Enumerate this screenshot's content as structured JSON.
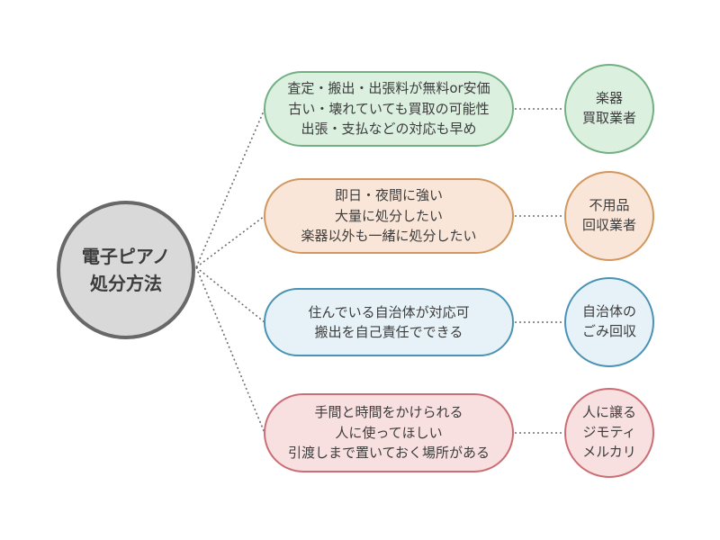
{
  "page": {
    "background_color": "#ffffff",
    "text_color": "#3c3c3c",
    "connector_color": "#6e6e6e"
  },
  "center": {
    "label_lines": [
      "電子ピアノ",
      "処分方法"
    ],
    "fill_color": "#d9d9d9",
    "border_color": "#686868"
  },
  "branches": [
    {
      "id": "gakki-kaitori",
      "fill_color": "#dcf0e0",
      "border_color": "#72b083",
      "box_lines": [
        "査定・搬出・出張料が無料or安価",
        "古い・壊れていても買取の可能性",
        "出張・支払などの対応も早め"
      ],
      "circle_lines": [
        "楽器",
        "買取業者"
      ]
    },
    {
      "id": "fuyouhin-kaishu",
      "fill_color": "#f9e6d8",
      "border_color": "#d1975e",
      "box_lines": [
        "即日・夜間に強い",
        "大量に処分したい",
        "楽器以外も一緒に処分したい"
      ],
      "circle_lines": [
        "不用品",
        "回収業者"
      ]
    },
    {
      "id": "jichitai-gomi",
      "fill_color": "#e6f2f7",
      "border_color": "#4a92b4",
      "box_lines": [
        "住んでいる自治体が対応可",
        "搬出を自己責任でできる"
      ],
      "circle_lines": [
        "自治体の",
        "ごみ回収"
      ]
    },
    {
      "id": "hito-ni-yuzuru",
      "fill_color": "#f8dfe0",
      "border_color": "#cb6d75",
      "box_lines": [
        "手間と時間をかけられる",
        "人に使ってほしい",
        "引渡しまで置いておく場所がある"
      ],
      "circle_lines": [
        "人に譲る",
        "ジモティ",
        "メルカリ"
      ]
    }
  ]
}
